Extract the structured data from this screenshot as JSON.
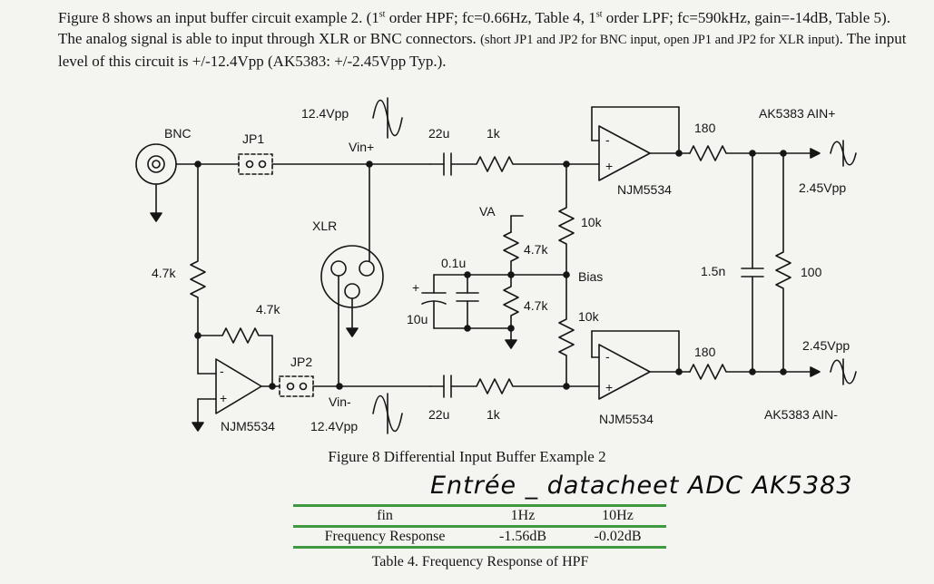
{
  "intro": {
    "part1": "Figure 8 shows an input buffer circuit example 2. (1",
    "sup1": "st",
    "part2": " order HPF; fc=0.66Hz, Table 4, 1",
    "sup2": "st",
    "part3": " order LPF; fc=590kHz, gain=-14dB, Table 5). The analog signal is able to input through XLR or BNC connectors. ",
    "small": "(short JP1 and JP2 for BNC input, open JP1 and JP2 for XLR input)",
    "part4": ". The input level of this circuit is +/-12.4Vpp (AK5383: +/-2.45Vpp Typ.)."
  },
  "labels": {
    "bnc": "BNC",
    "jp1": "JP1",
    "jp2": "JP2",
    "xlr": "XLR",
    "vin_plus": "Vin+",
    "vin_minus": "Vin-",
    "vpp_in_top": "12.4Vpp",
    "vpp_in_bottom": "12.4Vpp",
    "c_top": "22u",
    "c_bottom": "22u",
    "r_top": "1k",
    "r_bottom": "1k",
    "va": "VA",
    "r_bias_upper": "4.7k",
    "r_bias_lower": "4.7k",
    "c_bias": "0.1u",
    "c_bias_big": "10u",
    "bias": "Bias",
    "r_10k_top": "10k",
    "r_10k_bottom": "10k",
    "r_4k7_left": "4.7k",
    "r_4k7_fb": "4.7k",
    "opamp_top": "NJM5534",
    "opamp_bottom": "NJM5534",
    "opamp_left": "NJM5534",
    "r_out_top": "180",
    "r_out_bottom": "180",
    "c_out": "1.5n",
    "r_out_shunt": "100",
    "ain_plus": "AK5383 AIN+",
    "ain_minus": "AK5383 AIN-",
    "vpp_out_top": "2.45Vpp",
    "vpp_out_bottom": "2.45Vpp",
    "minus_sign": "-",
    "plus_sign": "+"
  },
  "figure_caption": "Figure 8 Differential Input Buffer Example 2",
  "handwritten_note": "Entrée _ datacheet ADC AK5383",
  "table": {
    "rows": [
      [
        "fin",
        "1Hz",
        "10Hz"
      ],
      [
        "Frequency Response",
        "-1.56dB",
        "-0.02dB"
      ]
    ],
    "caption": "Table 4. Frequency Response of HPF"
  },
  "colors": {
    "ink": "#161616",
    "table_rule": "#3f9a3f",
    "paper": "#f4f4f0"
  }
}
